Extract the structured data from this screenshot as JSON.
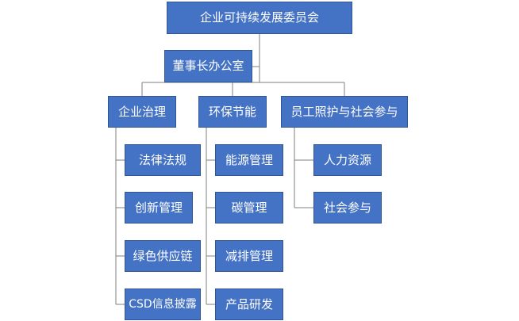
{
  "colors": {
    "node_fill": "#4472c4",
    "node_border": "#2f5597",
    "connector": "#7f7f7f",
    "text": "#ffffff"
  },
  "chart": {
    "root": "企业可持续发展委员会",
    "assistant": "董事长办公室",
    "branches": [
      {
        "label": "企业治理",
        "children": [
          "法律法规",
          "创新管理",
          "绿色供应链",
          "CSD信息披露"
        ]
      },
      {
        "label": "环保节能",
        "children": [
          "能源管理",
          "碳管理",
          "减排管理",
          "产品研发"
        ]
      },
      {
        "label": "员工照护与社会参与",
        "children": [
          "人力资源",
          "社会参与"
        ]
      }
    ]
  }
}
